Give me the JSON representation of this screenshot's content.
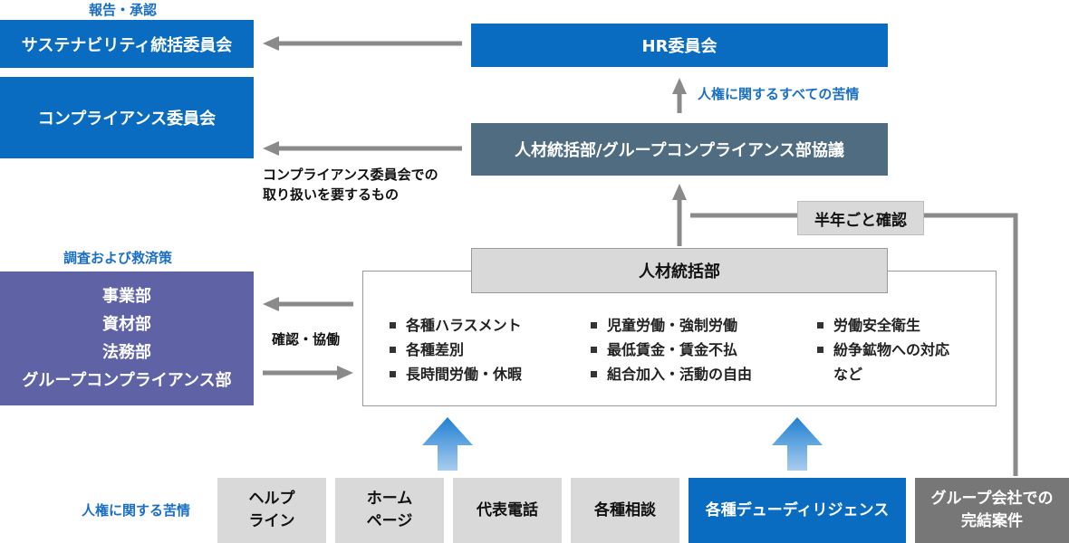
{
  "labels": {
    "report_approve": "報告・承認",
    "investigation": "調査および救済策",
    "human_rights_grievances": "人権に関する苦情",
    "all_hr_grievances": "人権に関するすべての苦情",
    "compliance_handling": [
      "コンプライアンス委員会での",
      "取り扱いを要するもの"
    ],
    "confirm_cooperate": "確認・協働",
    "semiannual_check": "半年ごと確認"
  },
  "left_boxes": {
    "sustainability": "サステナビリティ統括委員会",
    "compliance": "コンプライアンス委員会",
    "departments": [
      "事業部",
      "資材部",
      "法務部",
      "グループコンプライアンス部"
    ]
  },
  "right_boxes": {
    "hr_committee": "HR委員会",
    "joint_council": "人材統括部/グループコンプライアンス部協議",
    "hr_division": "人材統括部"
  },
  "issues": {
    "col1": [
      "各種ハラスメント",
      "各種差別",
      "長時間労働・休暇"
    ],
    "col2": [
      "児童労働・強制労働",
      "最低賃金・賃金不払",
      "組合加入・活動の自由"
    ],
    "col3": [
      "労働安全衛生",
      "紛争鉱物への対応",
      "など"
    ]
  },
  "channels": {
    "helpline": [
      "ヘルプ",
      "ライン"
    ],
    "homepage": [
      "ホーム",
      "ページ"
    ],
    "phone": "代表電話",
    "consult": "各種相談",
    "due_diligence": "各種デューディリジェンス",
    "group_cases": [
      "グループ会社での",
      "完結案件"
    ]
  },
  "colors": {
    "blue": "#0a6cc0",
    "slate": "#4f6c80",
    "purple": "#5f63a6",
    "light_gray": "#d9d9d9",
    "dark_gray": "#777777",
    "arrow_gray": "#8a8a8a",
    "label_blue": "#1a6fc4"
  }
}
